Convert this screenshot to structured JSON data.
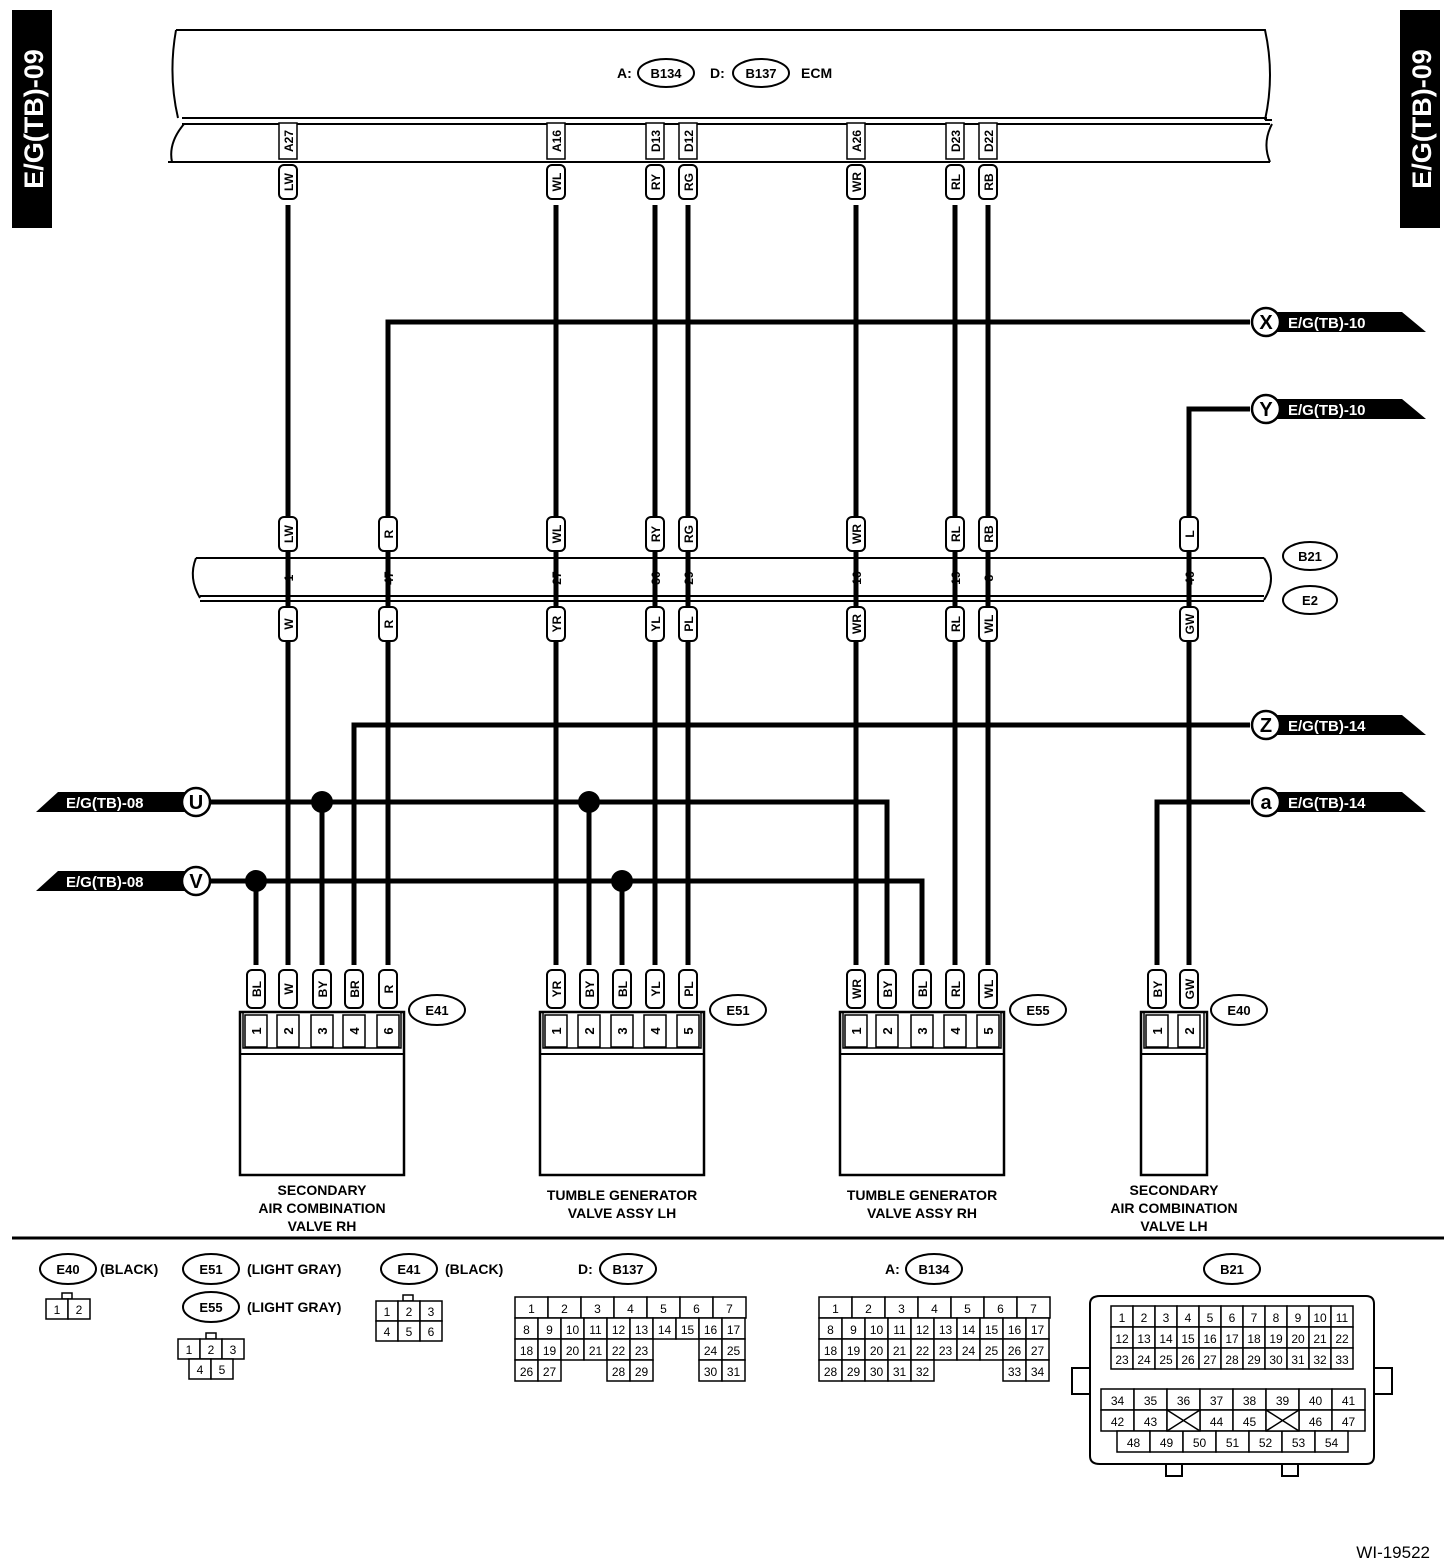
{
  "side_tab_left": "E/G(TB)-09",
  "side_tab_right": "E/G(TB)-09",
  "ecm": {
    "label": "ECM",
    "conn_a_prefix": "A:",
    "conn_a": "B134",
    "conn_d_prefix": "D:",
    "conn_d": "B137"
  },
  "ecm_pins": [
    "A27",
    "A16",
    "D13",
    "D12",
    "A26",
    "D23",
    "D22"
  ],
  "ecm_wires": [
    "LW",
    "WL",
    "RY",
    "RG",
    "WR",
    "RL",
    "RB"
  ],
  "b21_top_wires": [
    "LW",
    "R",
    "WL",
    "RY",
    "RG",
    "WR",
    "RL",
    "RB",
    "L"
  ],
  "b21_pins": [
    "1",
    "47",
    "27",
    "30",
    "29",
    "16",
    "19",
    "8",
    "46"
  ],
  "b21_bottom_wires": [
    "W",
    "R",
    "YR",
    "YL",
    "PL",
    "WR",
    "RL",
    "WL",
    "GW"
  ],
  "b21_connector": "B21",
  "e2_connector": "E2",
  "refs": {
    "X": {
      "letter": "X",
      "page": "E/G(TB)-10"
    },
    "Y": {
      "letter": "Y",
      "page": "E/G(TB)-10"
    },
    "Z": {
      "letter": "Z",
      "page": "E/G(TB)-14"
    },
    "a": {
      "letter": "a",
      "page": "E/G(TB)-14"
    },
    "U": {
      "letter": "U",
      "page": "E/G(TB)-08"
    },
    "V": {
      "letter": "V",
      "page": "E/G(TB)-08"
    }
  },
  "components": [
    {
      "connector": "E41",
      "wires": [
        "BL",
        "W",
        "BY",
        "BR",
        "R"
      ],
      "pins": [
        "1",
        "2",
        "3",
        "4",
        "6"
      ],
      "name_lines": [
        "SECONDARY",
        "AIR COMBINATION",
        "VALVE RH"
      ]
    },
    {
      "connector": "E51",
      "wires": [
        "YR",
        "BY",
        "BL",
        "YL",
        "PL"
      ],
      "pins": [
        "1",
        "2",
        "3",
        "4",
        "5"
      ],
      "name_lines": [
        "TUMBLE GENERATOR",
        "VALVE ASSY LH"
      ]
    },
    {
      "connector": "E55",
      "wires": [
        "WR",
        "BY",
        "BL",
        "RL",
        "WL"
      ],
      "pins": [
        "1",
        "2",
        "3",
        "4",
        "5"
      ],
      "name_lines": [
        "TUMBLE GENERATOR",
        "VALVE ASSY RH"
      ]
    },
    {
      "connector": "E40",
      "wires": [
        "BY",
        "GW"
      ],
      "pins": [
        "1",
        "2"
      ],
      "name_lines": [
        "SECONDARY",
        "AIR COMBINATION",
        "VALVE LH"
      ]
    }
  ],
  "legend": {
    "e40": {
      "id": "E40",
      "color": "(BLACK)",
      "rows": [
        [
          "1",
          "2"
        ]
      ]
    },
    "e51": {
      "id": "E51",
      "color": "(LIGHT GRAY)"
    },
    "e55": {
      "id": "E55",
      "color": "(LIGHT GRAY)",
      "rows": [
        [
          "1",
          "2",
          "3"
        ],
        [
          "4",
          "5"
        ]
      ]
    },
    "e41": {
      "id": "E41",
      "color": "(BLACK)",
      "rows": [
        [
          "1",
          "2",
          "3"
        ],
        [
          "4",
          "5",
          "6"
        ]
      ]
    },
    "b137": {
      "prefix": "D:",
      "id": "B137",
      "rows": [
        [
          "1",
          "2",
          "3",
          "4",
          "5",
          "6",
          "7"
        ],
        [
          "8",
          "9",
          "10",
          "11",
          "12",
          "13",
          "14",
          "15",
          "16",
          "17"
        ],
        [
          "18",
          "19",
          "20",
          "21",
          "22",
          "23",
          "",
          "",
          "24",
          "25"
        ],
        [
          "26",
          "27",
          "",
          "",
          "28",
          "29",
          "",
          "",
          "30",
          "31"
        ]
      ]
    },
    "b134": {
      "prefix": "A:",
      "id": "B134",
      "rows": [
        [
          "1",
          "2",
          "3",
          "4",
          "5",
          "6",
          "7"
        ],
        [
          "8",
          "9",
          "10",
          "11",
          "12",
          "13",
          "14",
          "15",
          "16",
          "17"
        ],
        [
          "18",
          "19",
          "20",
          "21",
          "22",
          "23",
          "24",
          "25",
          "26",
          "27"
        ],
        [
          "28",
          "29",
          "30",
          "31",
          "32",
          "",
          "",
          "",
          "33",
          "34"
        ]
      ]
    },
    "b21": {
      "id": "B21",
      "rows": [
        [
          "1",
          "2",
          "3",
          "4",
          "5",
          "6",
          "7",
          "8",
          "9",
          "10",
          "11"
        ],
        [
          "12",
          "13",
          "14",
          "15",
          "16",
          "17",
          "18",
          "19",
          "20",
          "21",
          "22"
        ],
        [
          "23",
          "24",
          "25",
          "26",
          "27",
          "28",
          "29",
          "30",
          "31",
          "32",
          "33"
        ],
        [
          "34",
          "35",
          "36",
          "37",
          "38",
          "39",
          "40",
          "41"
        ],
        [
          "42",
          "43",
          "",
          "44",
          "45",
          "",
          "46",
          "47"
        ],
        [
          "48",
          "49",
          "50",
          "51",
          "52",
          "53",
          "54"
        ]
      ]
    }
  },
  "figure_id": "WI-19522"
}
